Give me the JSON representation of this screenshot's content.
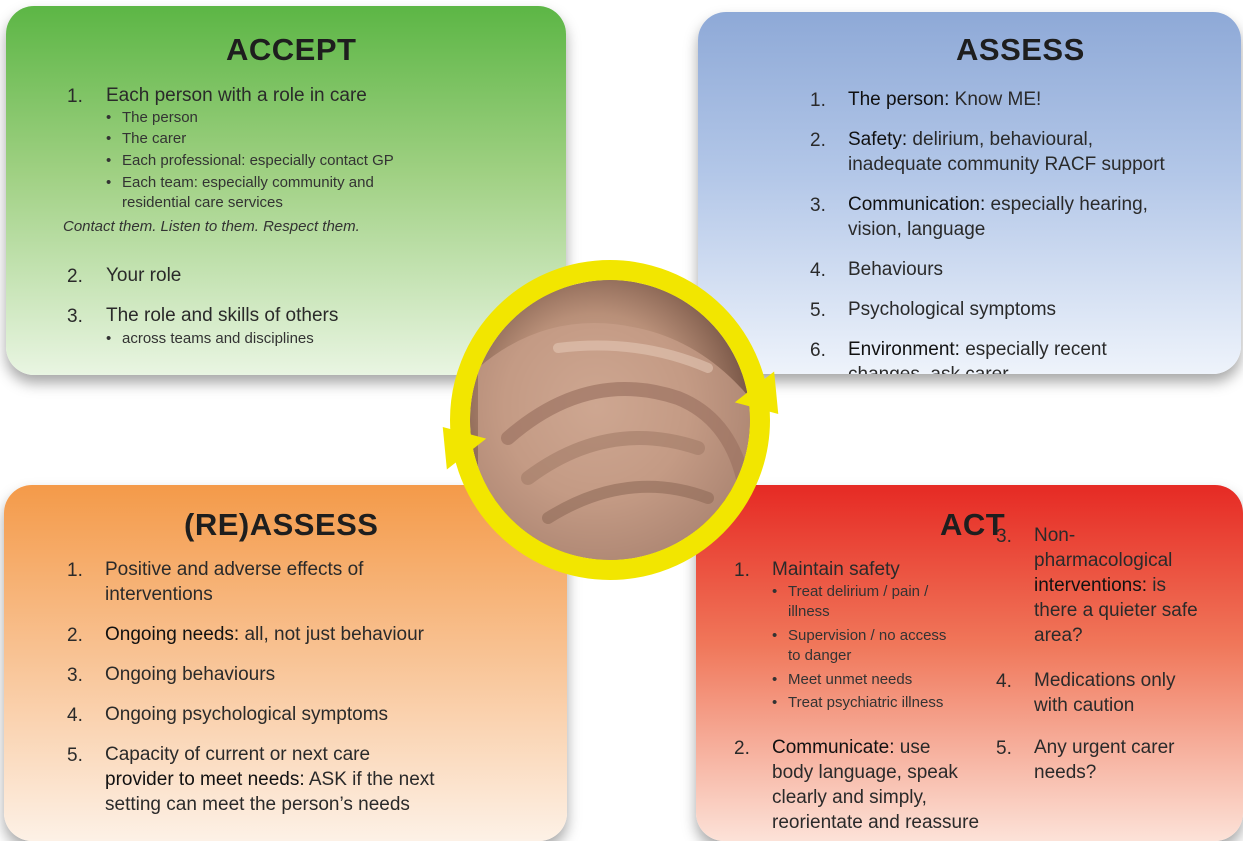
{
  "accept": {
    "title": "ACCEPT",
    "items": [
      {
        "num": "1.",
        "text": "Each person with a role in care"
      },
      {
        "num": "2.",
        "text": "Your role"
      },
      {
        "num": "3.",
        "text": "The role and skills of others"
      }
    ],
    "sub1": [
      "The person",
      "The carer",
      "Each professional: especially contact GP",
      "Each team: especially community and",
      "residential care services"
    ],
    "note": "Contact them. Listen to them. Respect them.",
    "sub3": [
      "across teams and disciplines"
    ]
  },
  "assess": {
    "title": "ASSESS",
    "items": [
      {
        "num": "1.",
        "label": "The person:",
        "rest": " Know ME!"
      },
      {
        "num": "2.",
        "label": "Safety:",
        "rest": " delirium, behavioural,",
        "line2": "inadequate community RACF support"
      },
      {
        "num": "3.",
        "label": "Communication:",
        "rest": " especially hearing,",
        "line2": "vision, language"
      },
      {
        "num": "4.",
        "label": "Behaviours",
        "rest": ""
      },
      {
        "num": "5.",
        "label": "Psychological symptoms",
        "rest": ""
      },
      {
        "num": "6.",
        "label": "Environment:",
        "rest": " especially recent",
        "line2": "changes, ask carer"
      }
    ]
  },
  "reassess": {
    "title": "(RE)ASSESS",
    "items": [
      {
        "num": "1.",
        "line1": "Positive and adverse effects of",
        "line2": "interventions"
      },
      {
        "num": "2.",
        "label": "Ongoing needs:",
        "rest": " all, not just behaviour"
      },
      {
        "num": "3.",
        "label": "Ongoing behaviours"
      },
      {
        "num": "4.",
        "label": "Ongoing psychological symptoms"
      },
      {
        "num": "5.",
        "line1": "Capacity of current or next care",
        "label2": "provider to meet needs:",
        "rest2": " ASK if the next",
        "line3": "setting can meet the person’s needs"
      }
    ]
  },
  "act": {
    "title": "ACT",
    "item1": {
      "num": "1.",
      "label": "Maintain safety"
    },
    "sub1": [
      "Treat delirium / pain /",
      "illness",
      "Supervision / no access",
      "to danger",
      "Meet unmet needs",
      "Treat psychiatric illness"
    ],
    "item2": {
      "num": "2.",
      "label": "Communicate:",
      "rest": " use",
      "lines": [
        "body language, speak",
        "clearly and simply,",
        "reorientate and reassure"
      ]
    },
    "item3": {
      "num": "3.",
      "lines_bold": [
        "Non-",
        "pharmacological",
        "interventions:"
      ],
      "rest": " is",
      "lines": [
        "there a quieter safe",
        "area?"
      ]
    },
    "item4": {
      "num": "4.",
      "lines": [
        "Medications only",
        "with caution"
      ]
    },
    "item5": {
      "num": "5.",
      "lines": [
        "Any urgent carer",
        "needs?"
      ]
    }
  },
  "colors": {
    "accept": "#5cb645",
    "assess": "#8ea9d7",
    "reassess": "#f49a49",
    "act": "#e62a24",
    "ring": "#f2e600"
  },
  "icons": {
    "center": "holding-hands-photo",
    "ring": "cycle-arrows-ring"
  }
}
